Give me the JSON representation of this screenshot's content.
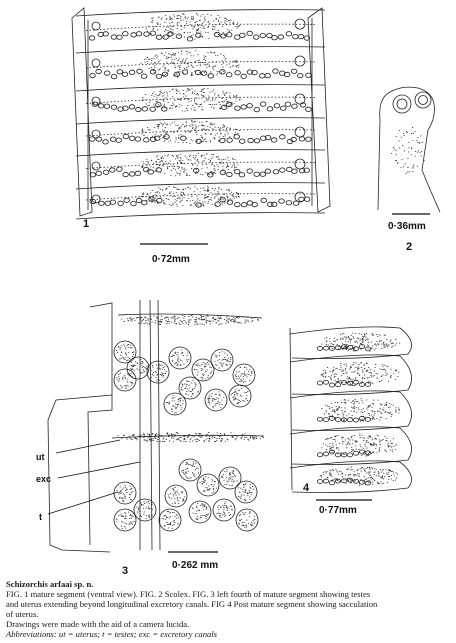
{
  "figure_labels": {
    "fig1": "1",
    "fig2": "2",
    "fig3": "3",
    "fig4": "4"
  },
  "scale_bars": {
    "fig1": "0·72mm",
    "fig2": "0·36mm",
    "fig3": "0·262 mm",
    "fig4": "0·77mm"
  },
  "abbrev_labels": {
    "ut": "ut",
    "exc": "exc",
    "t": "t"
  },
  "caption": {
    "title": "Schizorchis arfaai sp. n.",
    "line1": "FIG. 1  mature segment (ventral view). FIG. 2 Scolex. FIG. 3 left fourth of mature segment showing testes",
    "line2": "and uterus extending beyond longitudinal excretory canals. FIG 4 Post mature segment showing sacculation",
    "line3": "of uterus.",
    "line4": "Drawings were made with the aid of a camera lucida.",
    "abbreviations": "Abbreviations: ut = uterus; t = testes; exc = excretory canals"
  }
}
